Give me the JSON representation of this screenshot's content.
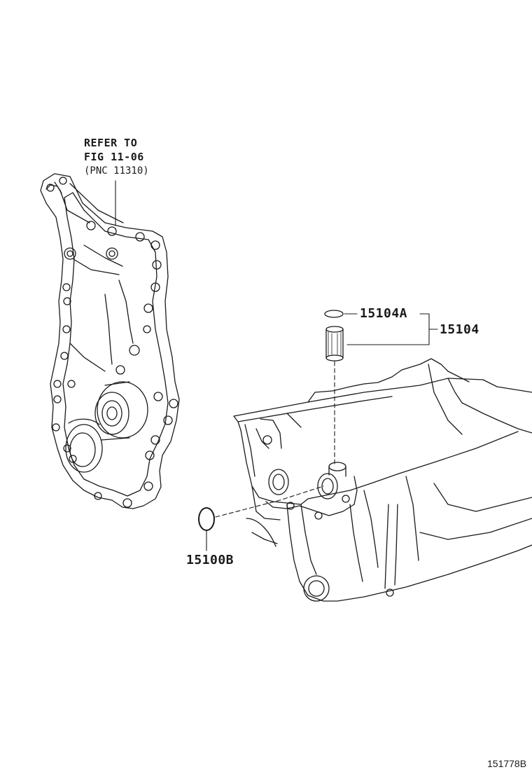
{
  "refer_note": {
    "line1": "REFER TO",
    "line2": "FIG 11-06",
    "line3": "(PNC 11310)"
  },
  "parts": {
    "oring_small": "15104A",
    "strainer_assembly": "15104",
    "oring_large": "15100B"
  },
  "figure_id": "151778B",
  "colors": {
    "line": "#1a1a1a",
    "background": "#ffffff"
  }
}
